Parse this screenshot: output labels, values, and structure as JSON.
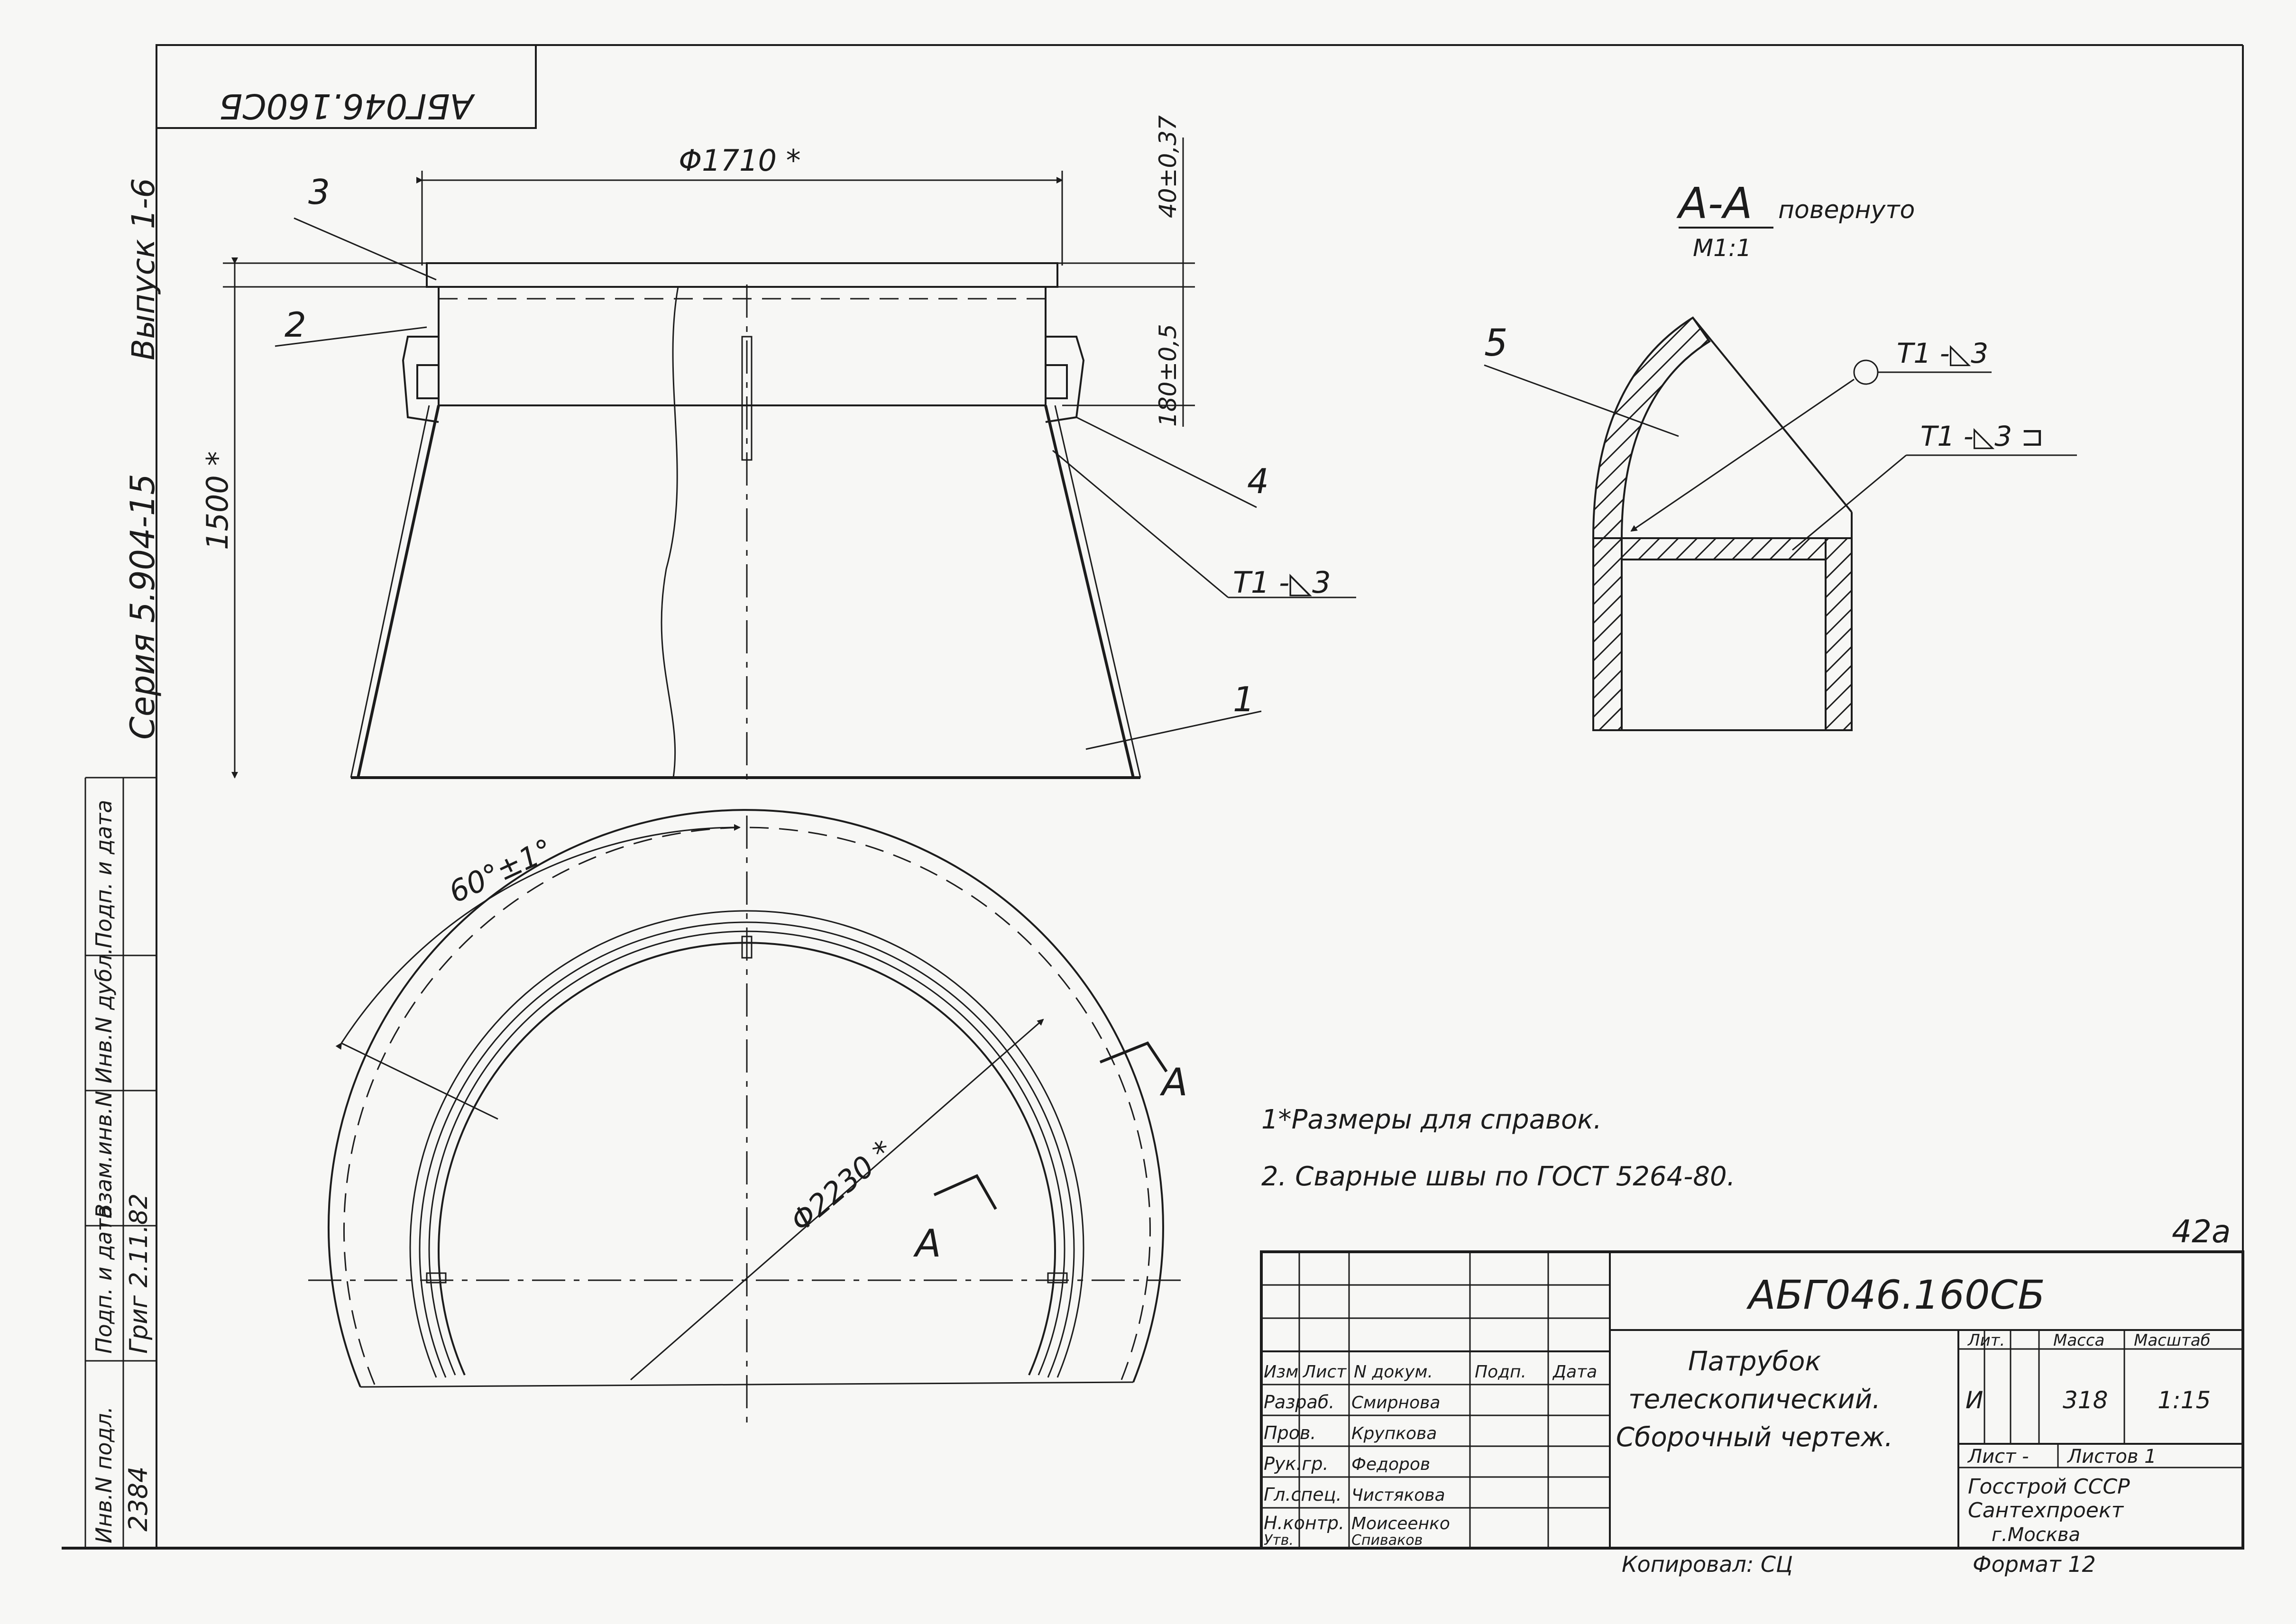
{
  "drawing_code": "АБГ046.160СБ",
  "drawing_code_rotated": "АБГ046.160СБ",
  "series": "Серия 5.904-15",
  "issue": "Выпуск 1-6",
  "side_stamp": {
    "labels": [
      "Инв.N подл.",
      "Подп. и дата",
      "Взам.инв.N",
      "Инв.N дубл.",
      "Подп. и дата"
    ],
    "inv_number": "2384",
    "signature_date": "Григ 2.11.82"
  },
  "dimensions": {
    "top_diameter": "Φ1710 *",
    "flange_height": "40±0,37",
    "band_height": "180±0,5",
    "total_height": "1500 *",
    "angle": "60°±1°",
    "plan_diameter": "Φ2230 *",
    "weld_label_main": "Т1 -◺3"
  },
  "callouts": [
    "1",
    "2",
    "3",
    "4",
    "5"
  ],
  "section": {
    "title": "А-А",
    "subtitle": "повернуто",
    "scale": "М1:1",
    "weld1": "Т1 -◺3",
    "weld2": "Т1 -◺3 ⊐",
    "cut_letter_a": "А"
  },
  "notes": [
    "1*Размеры для справок.",
    "2. Сварные швы по ГОСТ 5264-80."
  ],
  "page_number": "42а",
  "title_block": {
    "code": "АБГ046.160СБ",
    "name_line1": "Патрубок",
    "name_line2": "телескопический.",
    "name_line3": "Сборочный чертеж.",
    "col_headers": [
      "Изм",
      "Лист",
      "N докум.",
      "Подп.",
      "Дата"
    ],
    "rows": [
      {
        "role": "Разраб.",
        "name": "Смирнова"
      },
      {
        "role": "Пров.",
        "name": "Крупкова"
      },
      {
        "role": "Рук.гр.",
        "name": "Федоров"
      },
      {
        "role": "Гл.спец.",
        "name": "Чистякова"
      },
      {
        "role": "Н.контр.",
        "name": "Моисеенко"
      },
      {
        "role": "Утв.",
        "name": "Спиваков"
      }
    ],
    "lit_label": "Лит.",
    "mass_label": "Масса",
    "scale_label": "Масштаб",
    "lit_value": "И",
    "mass_value": "318",
    "scale_value": "1:15",
    "sheet_label": "Лист -",
    "sheets_label": "Листов 1",
    "org1": "Госстрой СССР",
    "org2": "Сантехпроект",
    "org3": "г.Москва",
    "copied": "Копировал: СЦ",
    "format": "Формат 12"
  }
}
